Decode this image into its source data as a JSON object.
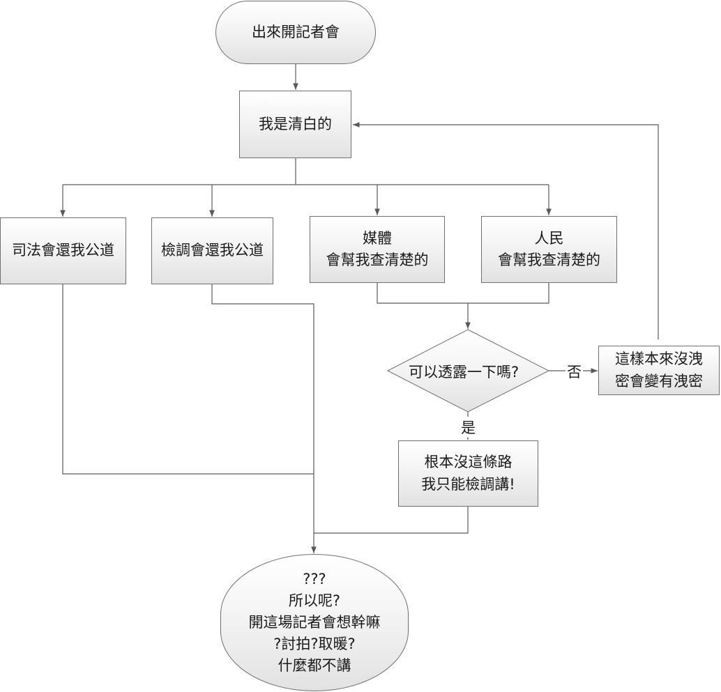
{
  "nodes": {
    "start": "出來開記者會",
    "innocent": "我是清白的",
    "judiciary": "司法會還我公道",
    "prosecutors": "檢調會還我公道",
    "media": {
      "line1": "媒體",
      "line2": "會幫我查清楚的"
    },
    "people": {
      "line1": "人民",
      "line2": "會幫我查清楚的"
    },
    "decision": "可以透露一下嗎?",
    "no_branch": {
      "line1": "這樣本來沒洩",
      "line2": "密會變有洩密"
    },
    "yes_branch": {
      "line1": "根本沒這條路",
      "line2": "我只能檢調講!"
    },
    "end": {
      "line1": "???",
      "line2": "所以呢?",
      "line3": "開這場記者會想幹嘛",
      "line4": "?討拍?取暖?",
      "line5": "什麼都不講"
    }
  },
  "edge_labels": {
    "no": "否",
    "yes": "是"
  },
  "colors": {
    "line": "#595959",
    "border": "#6f6f6f",
    "fill_top": "#ffffff",
    "fill_bottom": "#e2e2e2",
    "text": "#1a1a1a"
  }
}
